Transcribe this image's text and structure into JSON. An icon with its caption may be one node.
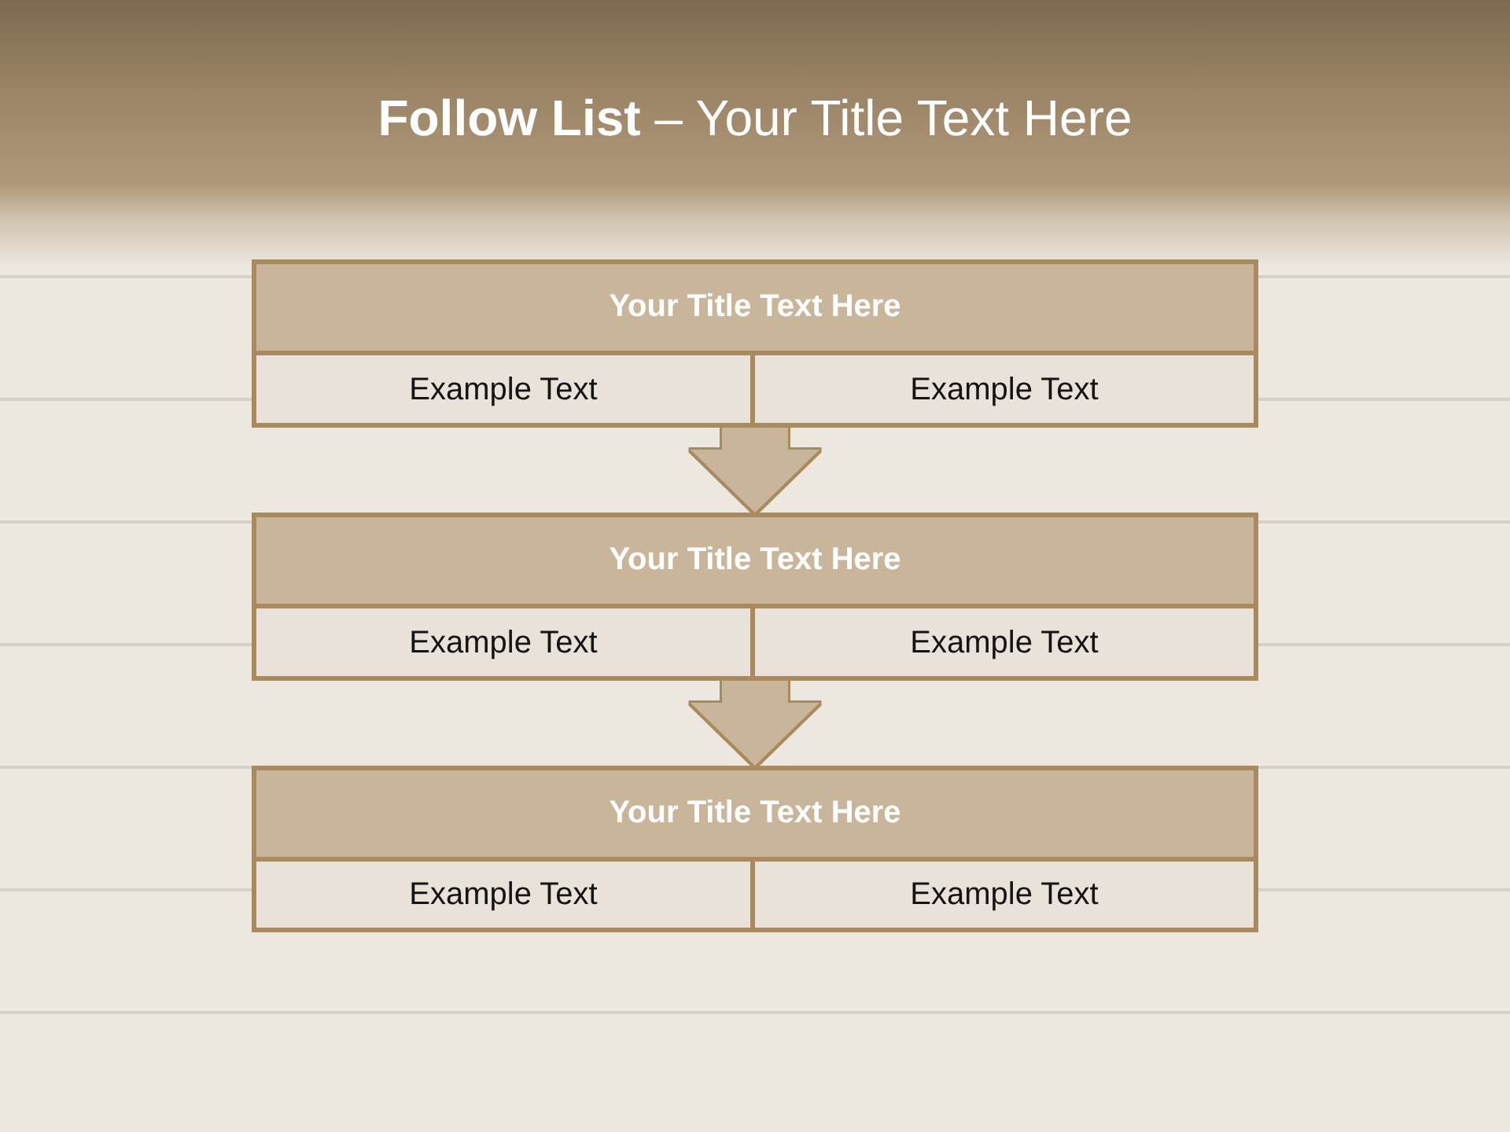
{
  "diagram": {
    "title": "**Follow List** – Your Title Text Here",
    "nodes": [
      {
        "text": [
          "Your Title Text Here"
        ]
      },
      {
        "text": [
          "Example Text"
        ],
        "in": 0
      },
      {
        "text": [
          "Example Text"
        ],
        "in": 0
      },
      {
        "text": [
          "Your Title Text Here"
        ]
      },
      {
        "text": [
          "Example Text"
        ],
        "in": 3
      },
      {
        "text": [
          "Example Text"
        ],
        "in": 3
      },
      {
        "text": [
          "Your Title Text Here"
        ]
      },
      {
        "text": [
          "Example Text"
        ],
        "in": 6
      },
      {
        "text": [
          "Example Text"
        ],
        "in": 6
      }
    ],
    "edges": [
      {
        "from": 0,
        "to": 3,
        "arrow": "to"
      },
      {
        "from": 3,
        "to": 6,
        "arrow": "to"
      }
    ]
  }
}
